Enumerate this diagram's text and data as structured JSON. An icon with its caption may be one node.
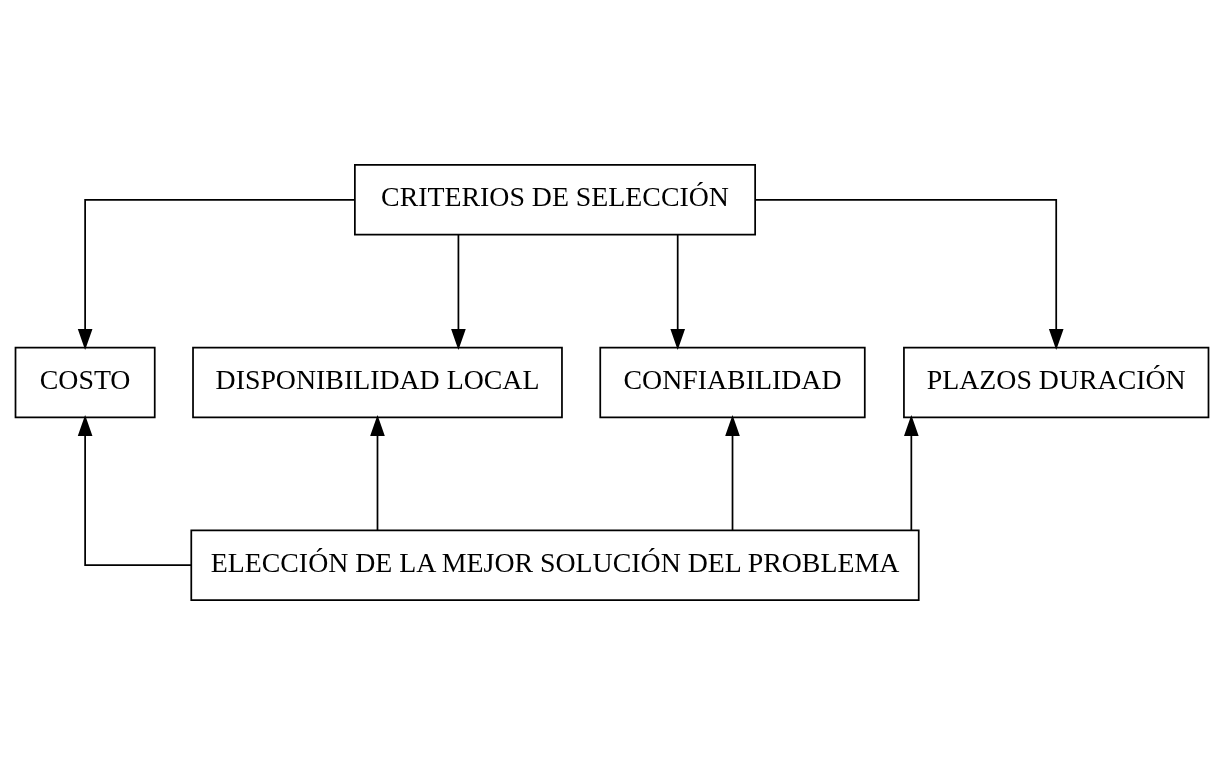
{
  "diagram": {
    "nodes": [
      {
        "text": [
          "CRITERIOS DE SELECCIÓN"
        ]
      },
      {
        "text": [
          "COSTO"
        ]
      },
      {
        "text": [
          "DISPONIBILIDAD LOCAL"
        ]
      },
      {
        "text": [
          "CONFIABILIDAD"
        ]
      },
      {
        "text": [
          "PLAZOS DURACIÓN"
        ]
      },
      {
        "text": [
          "ELECCIÓN DE LA MEJOR SOLUCIÓN DEL PROBLEMA"
        ]
      }
    ],
    "edges": [
      {
        "from": 0,
        "to": 1,
        "arrow": "to"
      },
      {
        "from": 0,
        "to": 2,
        "arrow": "to"
      },
      {
        "from": 0,
        "to": 3,
        "arrow": "to"
      },
      {
        "from": 0,
        "to": 4,
        "arrow": "to"
      },
      {
        "from": 5,
        "to": 1,
        "arrow": "to"
      },
      {
        "from": 5,
        "to": 2,
        "arrow": "to"
      },
      {
        "from": 5,
        "to": 3,
        "arrow": "to"
      },
      {
        "from": 5,
        "to": 4,
        "arrow": "to"
      }
    ]
  }
}
